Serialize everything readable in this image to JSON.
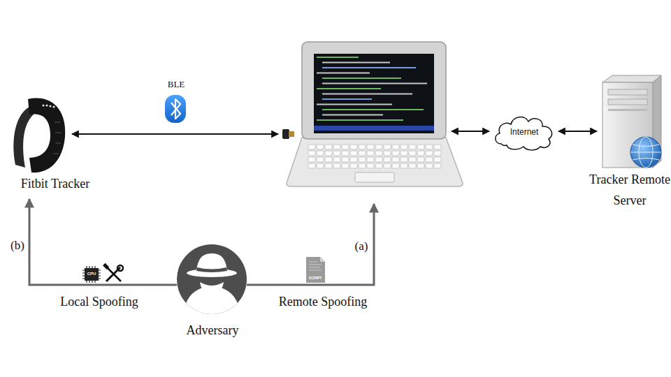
{
  "diagram": {
    "nodes": [
      {
        "text": [
          "Fitbit Tracker"
        ]
      },
      {
        "text": [
          "Internet"
        ]
      },
      {
        "text": [
          "Tracker Remote Server"
        ]
      },
      {
        "text": [
          "Adversary"
        ]
      }
    ],
    "edges": [
      {
        "from": 1,
        "to": 2,
        "arrow": "both"
      },
      {
        "from": 3,
        "to": 0,
        "arrow": "to"
      }
    ],
    "labels": [
      "BLE",
      "(b)",
      "Local Spoofing",
      "(a)",
      "Remote Spoofing",
      "CPU",
      "SCRIPT"
    ]
  }
}
